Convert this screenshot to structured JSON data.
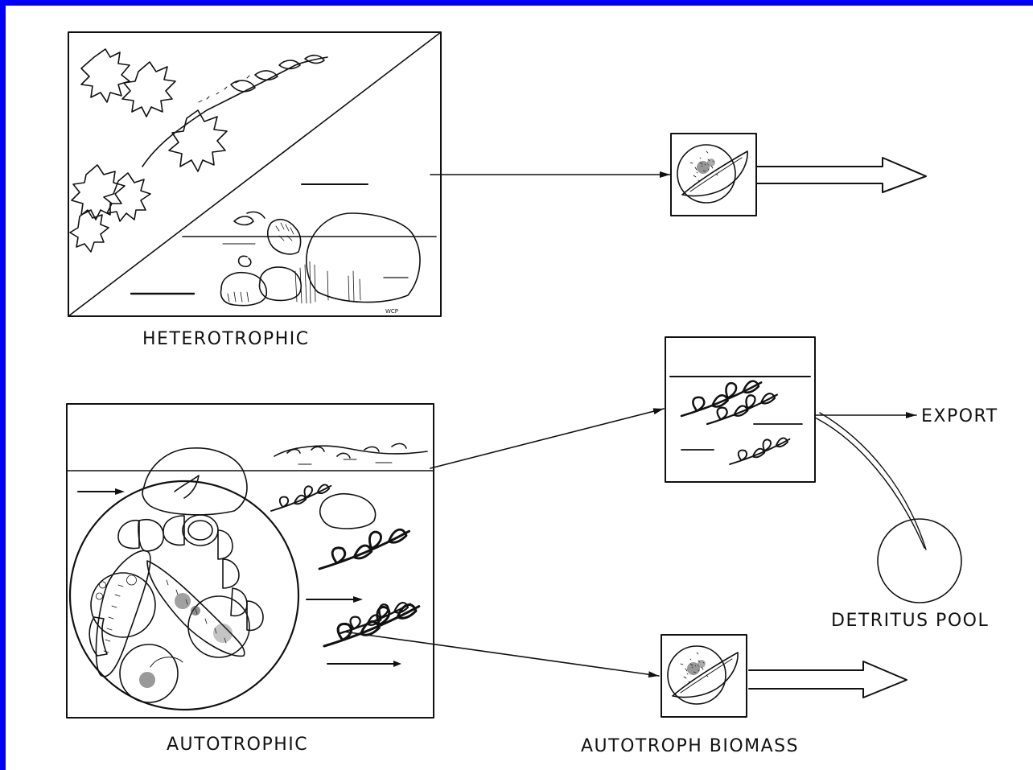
{
  "labels": {
    "heterotrophic": "HETEROTROPHIC",
    "autotrophic": "AUTOTROPHIC",
    "export": "EXPORT",
    "detritus_pool": "DETRITUS POOL",
    "autotroph_biomass": "AUTOTROPH BIOMASS",
    "artist_initials": "WCP"
  },
  "colors": {
    "frame": "#0000f5",
    "ink": "#111111",
    "paper": "#ffffff"
  }
}
